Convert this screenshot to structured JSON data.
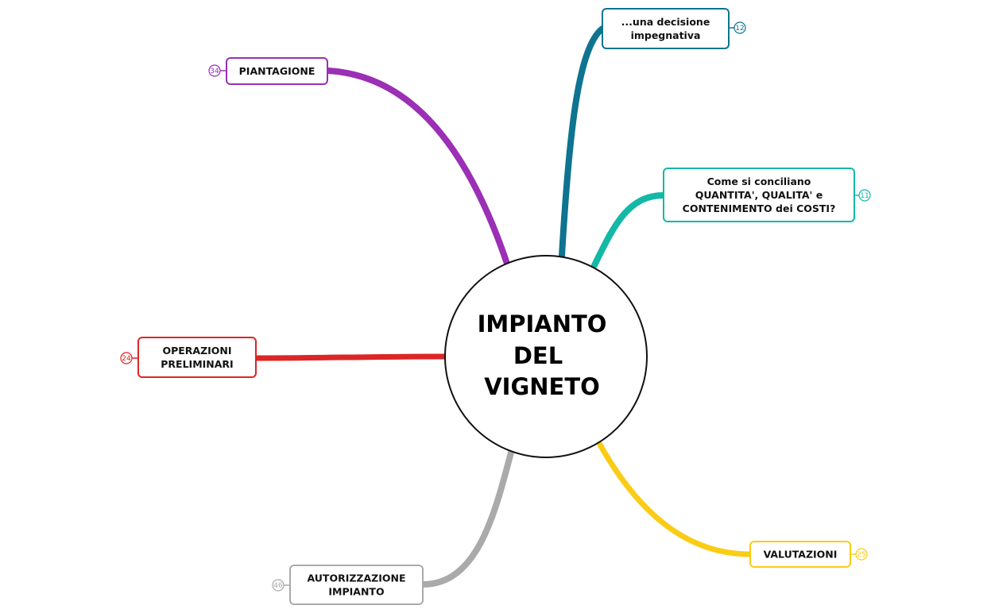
{
  "center": {
    "lines": [
      "IMPIANTO",
      "DEL",
      "VIGNETO"
    ]
  },
  "branches": [
    {
      "id": "decisione",
      "lines": [
        "...una decisione",
        "impegnativa"
      ],
      "count": "12",
      "color": "#0e7490"
    },
    {
      "id": "conciliano",
      "lines": [
        "Come si conciliano",
        "QUANTITA', QUALITA' e",
        "CONTENIMENTO dei COSTI?"
      ],
      "count": "11",
      "color": "#14b8a6"
    },
    {
      "id": "valutazioni",
      "lines": [
        "VALUTAZIONI"
      ],
      "count": "25",
      "color": "#facc15"
    },
    {
      "id": "autorizzazione",
      "lines": [
        "AUTORIZZAZIONE",
        "IMPIANTO"
      ],
      "count": "46",
      "color": "#aaaaaa"
    },
    {
      "id": "operazioni",
      "lines": [
        "OPERAZIONI",
        "PRELIMINARI"
      ],
      "count": "24",
      "color": "#dc2626"
    },
    {
      "id": "piantagione",
      "lines": [
        "PIANTAGIONE"
      ],
      "count": "34",
      "color": "#9b2fb5"
    }
  ]
}
